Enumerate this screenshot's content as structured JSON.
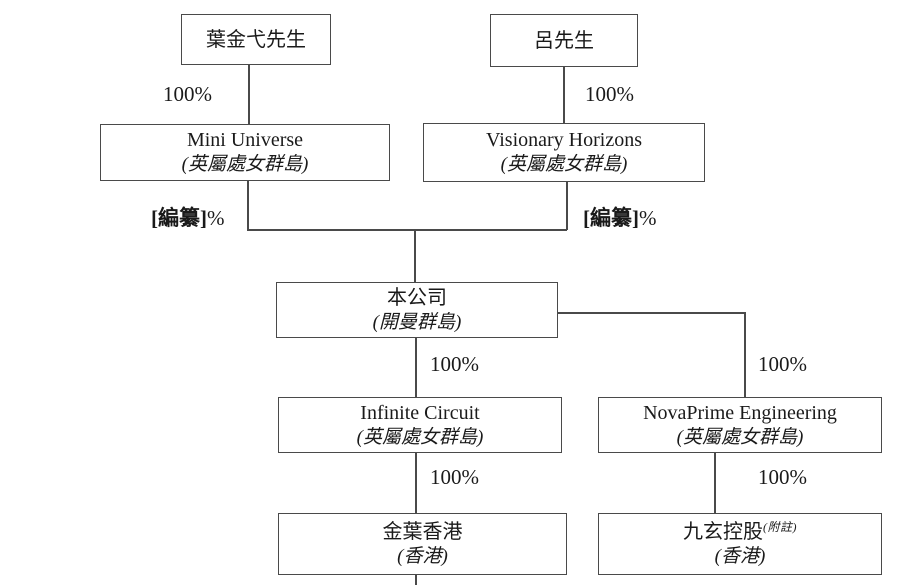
{
  "diagram": {
    "type": "corporate-structure-chart",
    "colors": {
      "background": "#ffffff",
      "line": "#4a4a4a",
      "text": "#1a1a1a"
    },
    "nodes": {
      "person1": {
        "name": "葉金弋先生"
      },
      "person2": {
        "name": "呂先生"
      },
      "mini": {
        "name": "Mini Universe",
        "jurisdiction": "(英屬處女群島)"
      },
      "visionary": {
        "name": "Visionary Horizons",
        "jurisdiction": "(英屬處女群島)"
      },
      "company": {
        "name": "本公司",
        "jurisdiction": "(開曼群島)"
      },
      "infinite": {
        "name": "Infinite Circuit",
        "jurisdiction": "(英屬處女群島)"
      },
      "novaprime": {
        "name": "NovaPrime Engineering",
        "jurisdiction": "(英屬處女群島)"
      },
      "goldleaf": {
        "name": "金葉香港",
        "jurisdiction": "(香港)"
      },
      "jiuxuan": {
        "name": "九玄控股",
        "note": "(附註)",
        "jurisdiction": "(香港)"
      }
    },
    "ownership": {
      "person1_to_mini": "100%",
      "person2_to_visionary": "100%",
      "mini_to_company_bold": "[編纂]",
      "mini_to_company_suffix": "%",
      "visionary_to_company_bold": "[編纂]",
      "visionary_to_company_suffix": "%",
      "company_to_infinite": "100%",
      "company_to_novaprime": "100%",
      "infinite_to_goldleaf": "100%",
      "novaprime_to_jiuxuan": "100%"
    }
  }
}
